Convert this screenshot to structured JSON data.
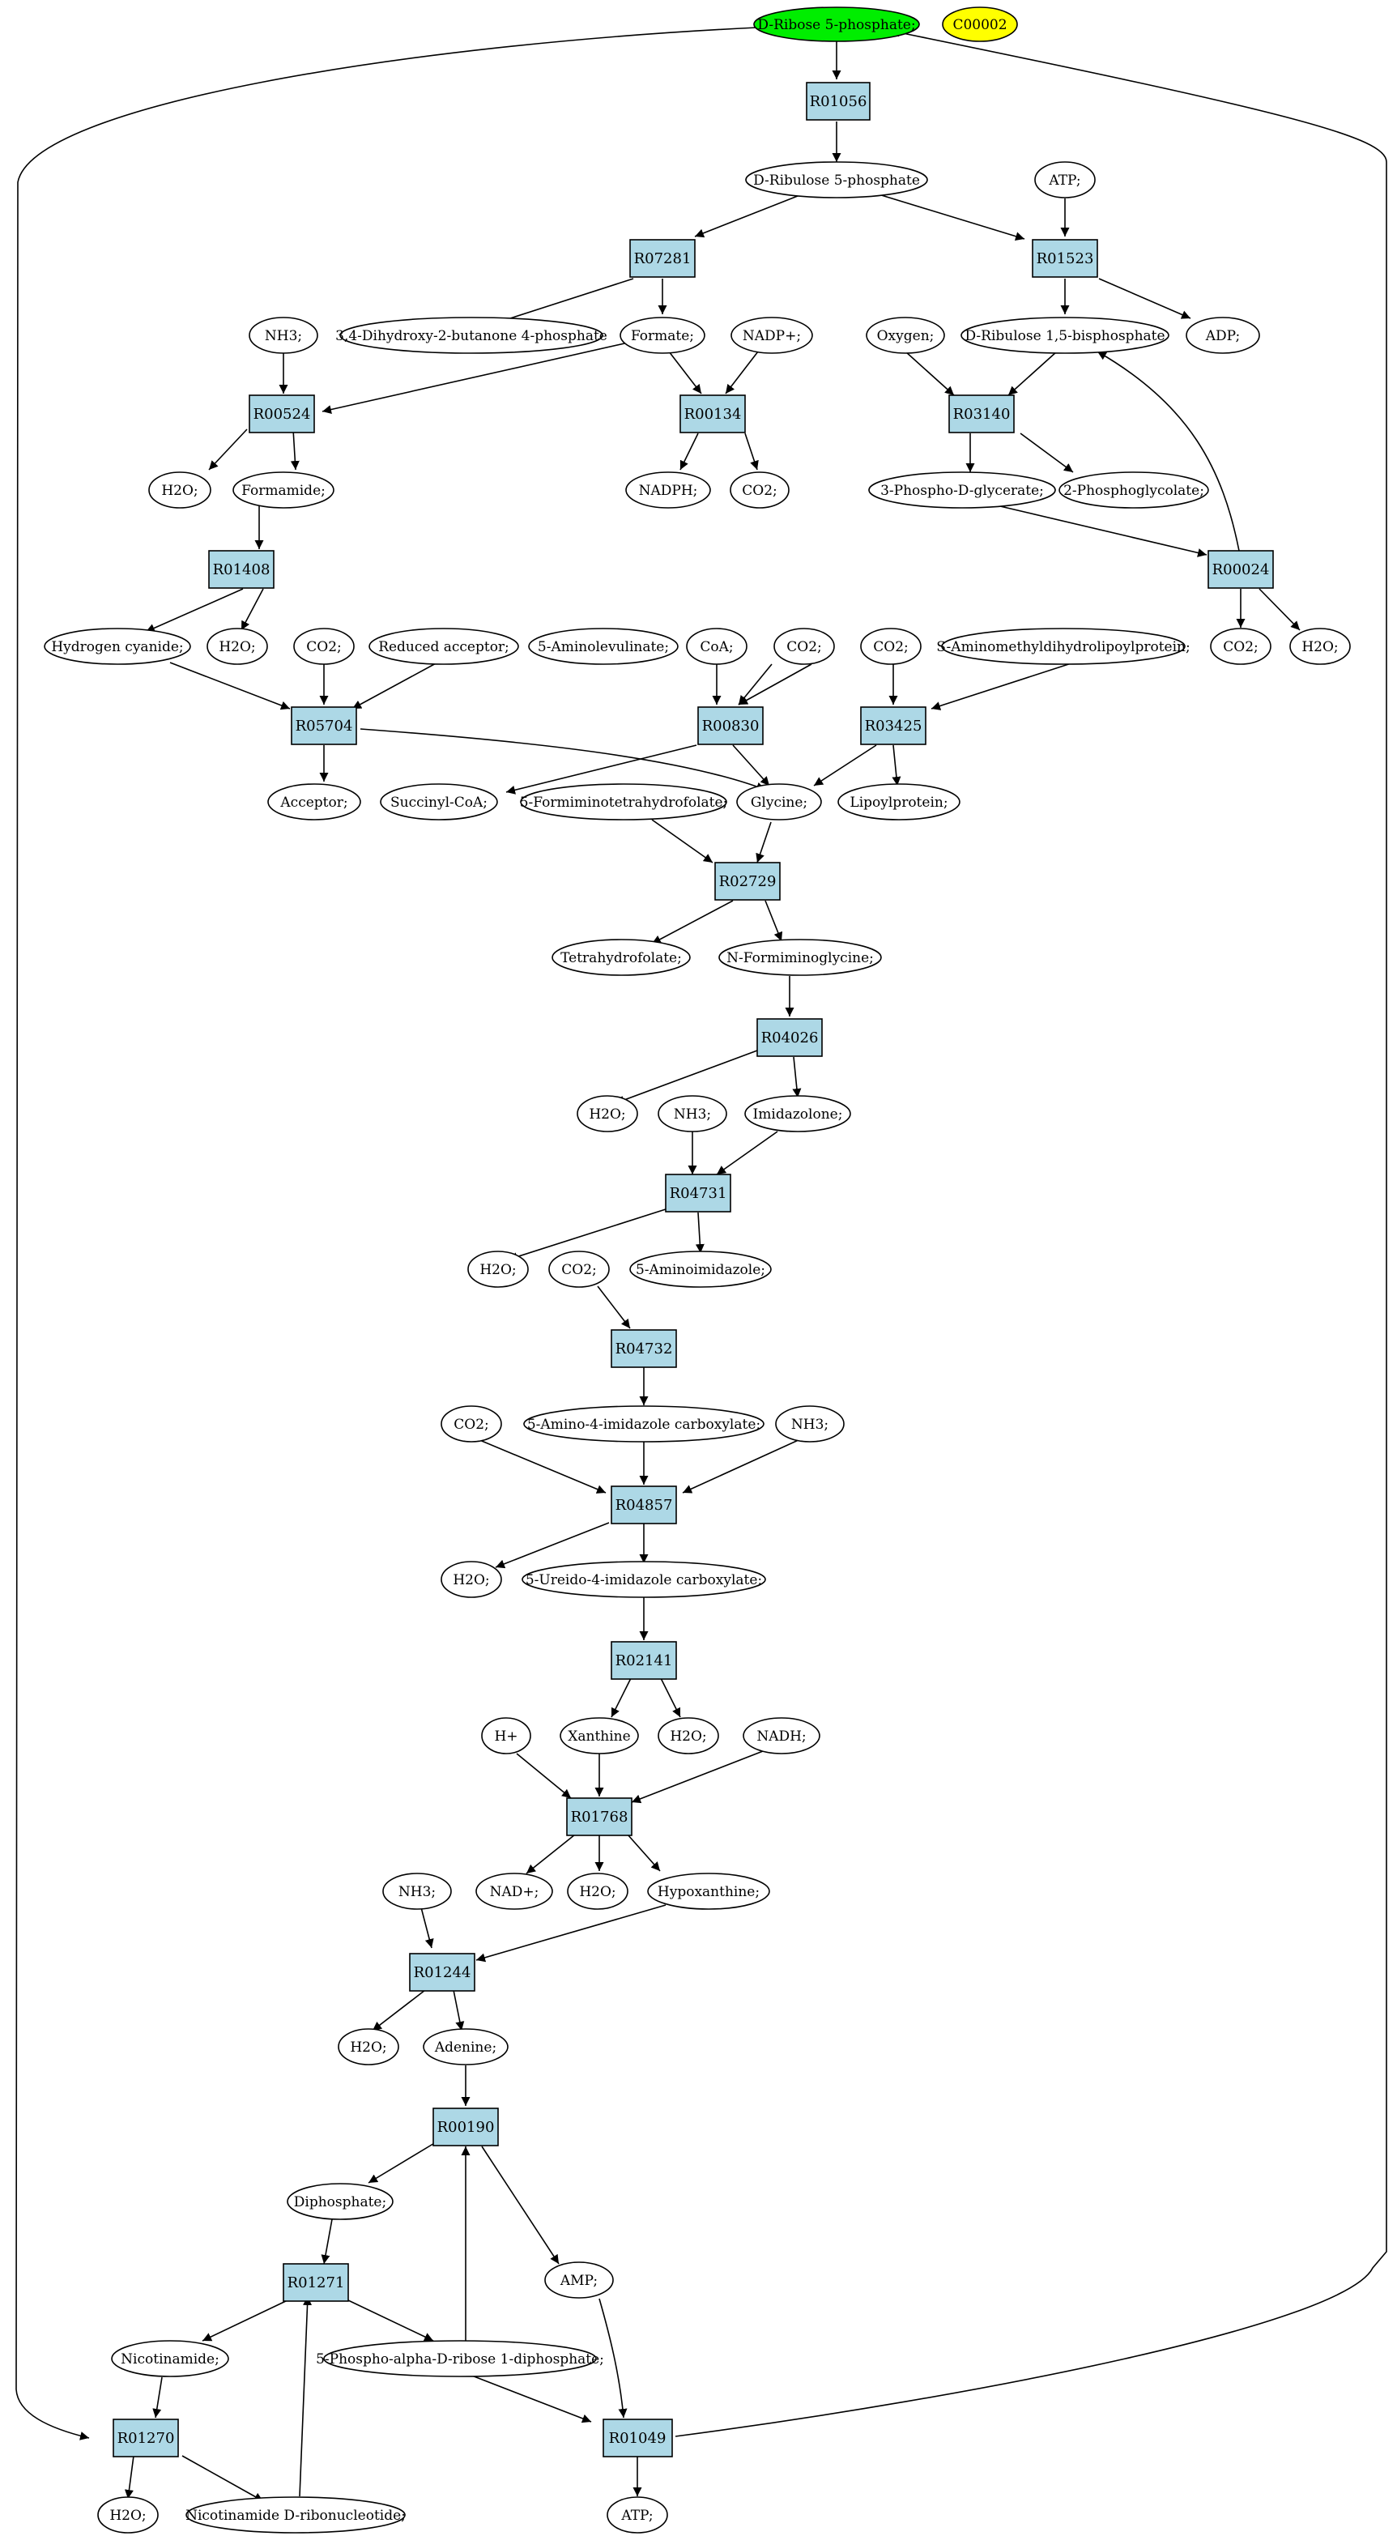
{
  "diagram": {
    "compounds": [
      {
        "id": "c_rib5p_top",
        "label": "D-Ribose 5-phosphate;",
        "style": "start"
      },
      {
        "id": "c_c00002",
        "label": "C00002",
        "style": "badge"
      },
      {
        "id": "c_rib5p",
        "label": "D-Ribulose 5-phosphate",
        "style": "plain"
      },
      {
        "id": "c_atp1",
        "label": "ATP;",
        "style": "plain"
      },
      {
        "id": "c_nh3_1",
        "label": "NH3;",
        "style": "plain"
      },
      {
        "id": "c_dhbp",
        "label": "3,4-Dihydroxy-2-butanone 4-phosphate",
        "style": "plain"
      },
      {
        "id": "c_formate",
        "label": "Formate;",
        "style": "plain"
      },
      {
        "id": "c_nadp",
        "label": "NADP+;",
        "style": "plain"
      },
      {
        "id": "c_oxygen",
        "label": "Oxygen;",
        "style": "plain"
      },
      {
        "id": "c_rubp",
        "label": "D-Ribulose 1,5-bisphosphate",
        "style": "plain"
      },
      {
        "id": "c_adp",
        "label": "ADP;",
        "style": "plain"
      },
      {
        "id": "c_h2o_1",
        "label": "H2O;",
        "style": "plain"
      },
      {
        "id": "c_formamide",
        "label": "Formamide;",
        "style": "plain"
      },
      {
        "id": "c_nadph",
        "label": "NADPH;",
        "style": "plain"
      },
      {
        "id": "c_co2_1",
        "label": "CO2;",
        "style": "plain"
      },
      {
        "id": "c_3pg",
        "label": "3-Phospho-D-glycerate;",
        "style": "plain"
      },
      {
        "id": "c_2pglyc",
        "label": "2-Phosphoglycolate;",
        "style": "plain"
      },
      {
        "id": "c_hcn",
        "label": "Hydrogen cyanide;",
        "style": "plain"
      },
      {
        "id": "c_h2o_2",
        "label": "H2O;",
        "style": "plain"
      },
      {
        "id": "c_co2_2",
        "label": "CO2;",
        "style": "plain"
      },
      {
        "id": "c_redacc",
        "label": "Reduced acceptor;",
        "style": "plain"
      },
      {
        "id": "c_ala",
        "label": "5-Aminolevulinate;",
        "style": "plain"
      },
      {
        "id": "c_coa",
        "label": "CoA;",
        "style": "plain"
      },
      {
        "id": "c_co2_3",
        "label": "CO2;",
        "style": "plain"
      },
      {
        "id": "c_co2_4",
        "label": "CO2;",
        "style": "plain"
      },
      {
        "id": "c_samdlp",
        "label": "S-Aminomethyldihydrolipoylprotein;",
        "style": "plain"
      },
      {
        "id": "c_co2_5",
        "label": "CO2;",
        "style": "plain"
      },
      {
        "id": "c_h2o_3",
        "label": "H2O;",
        "style": "plain"
      },
      {
        "id": "c_acceptor",
        "label": "Acceptor;",
        "style": "plain"
      },
      {
        "id": "c_succoa",
        "label": "Succinyl-CoA;",
        "style": "plain"
      },
      {
        "id": "c_5fthf",
        "label": "5-Formiminotetrahydrofolate;",
        "style": "plain"
      },
      {
        "id": "c_glycine",
        "label": "Glycine;",
        "style": "plain"
      },
      {
        "id": "c_lipoyl",
        "label": "Lipoylprotein;",
        "style": "plain"
      },
      {
        "id": "c_thf",
        "label": "Tetrahydrofolate;",
        "style": "plain"
      },
      {
        "id": "c_nfg",
        "label": "N-Formiminoglycine;",
        "style": "plain"
      },
      {
        "id": "c_h2o_4",
        "label": "H2O;",
        "style": "plain"
      },
      {
        "id": "c_nh3_2",
        "label": "NH3;",
        "style": "plain"
      },
      {
        "id": "c_imidazolone",
        "label": "Imidazolone;",
        "style": "plain"
      },
      {
        "id": "c_h2o_5",
        "label": "H2O;",
        "style": "plain"
      },
      {
        "id": "c_co2_6",
        "label": "CO2;",
        "style": "plain"
      },
      {
        "id": "c_5ai",
        "label": "5-Aminoimidazole;",
        "style": "plain"
      },
      {
        "id": "c_co2_7",
        "label": "CO2;",
        "style": "plain"
      },
      {
        "id": "c_5a4ic",
        "label": "5-Amino-4-imidazole carboxylate;",
        "style": "plain"
      },
      {
        "id": "c_nh3_3",
        "label": "NH3;",
        "style": "plain"
      },
      {
        "id": "c_h2o_6",
        "label": "H2O;",
        "style": "plain"
      },
      {
        "id": "c_5u4ic",
        "label": "5-Ureido-4-imidazole carboxylate;",
        "style": "plain"
      },
      {
        "id": "c_hplus",
        "label": "H+",
        "style": "plain"
      },
      {
        "id": "c_xanthine",
        "label": "Xanthine",
        "style": "plain"
      },
      {
        "id": "c_h2o_7",
        "label": "H2O;",
        "style": "plain"
      },
      {
        "id": "c_nadh",
        "label": "NADH;",
        "style": "plain"
      },
      {
        "id": "c_nh3_4",
        "label": "NH3;",
        "style": "plain"
      },
      {
        "id": "c_nad",
        "label": "NAD+;",
        "style": "plain"
      },
      {
        "id": "c_h2o_8",
        "label": "H2O;",
        "style": "plain"
      },
      {
        "id": "c_hypoxanthine",
        "label": "Hypoxanthine;",
        "style": "plain"
      },
      {
        "id": "c_h2o_9",
        "label": "H2O;",
        "style": "plain"
      },
      {
        "id": "c_adenine",
        "label": "Adenine;",
        "style": "plain"
      },
      {
        "id": "c_diphosphate",
        "label": "Diphosphate;",
        "style": "plain"
      },
      {
        "id": "c_amp",
        "label": "AMP;",
        "style": "plain"
      },
      {
        "id": "c_nicotinamide",
        "label": "Nicotinamide;",
        "style": "plain"
      },
      {
        "id": "c_prpp",
        "label": "5-Phospho-alpha-D-ribose 1-diphosphate;",
        "style": "plain"
      },
      {
        "id": "c_h2o_10",
        "label": "H2O;",
        "style": "plain"
      },
      {
        "id": "c_nmn",
        "label": "Nicotinamide D-ribonucleotide;",
        "style": "plain"
      },
      {
        "id": "c_atp2",
        "label": "ATP;",
        "style": "plain"
      }
    ],
    "reactions": [
      {
        "id": "r_R01056",
        "label": "R01056"
      },
      {
        "id": "r_R07281",
        "label": "R07281"
      },
      {
        "id": "r_R01523",
        "label": "R01523"
      },
      {
        "id": "r_R00524",
        "label": "R00524"
      },
      {
        "id": "r_R00134",
        "label": "R00134"
      },
      {
        "id": "r_R03140",
        "label": "R03140"
      },
      {
        "id": "r_R01408",
        "label": "R01408"
      },
      {
        "id": "r_R00024",
        "label": "R00024"
      },
      {
        "id": "r_R05704",
        "label": "R05704"
      },
      {
        "id": "r_R00830",
        "label": "R00830"
      },
      {
        "id": "r_R03425",
        "label": "R03425"
      },
      {
        "id": "r_R02729",
        "label": "R02729"
      },
      {
        "id": "r_R04026",
        "label": "R04026"
      },
      {
        "id": "r_R04731",
        "label": "R04731"
      },
      {
        "id": "r_R04732",
        "label": "R04732"
      },
      {
        "id": "r_R04857",
        "label": "R04857"
      },
      {
        "id": "r_R02141",
        "label": "R02141"
      },
      {
        "id": "r_R01768",
        "label": "R01768"
      },
      {
        "id": "r_R01244",
        "label": "R01244"
      },
      {
        "id": "r_R00190",
        "label": "R00190"
      },
      {
        "id": "r_R01271",
        "label": "R01271"
      },
      {
        "id": "r_R01270",
        "label": "R01270"
      },
      {
        "id": "r_R01049",
        "label": "R01049"
      }
    ],
    "colors": {
      "start_node": "#00ee00",
      "badge_node": "#ffff00",
      "reaction_box": "#add8e6",
      "stroke": "#000000"
    }
  }
}
